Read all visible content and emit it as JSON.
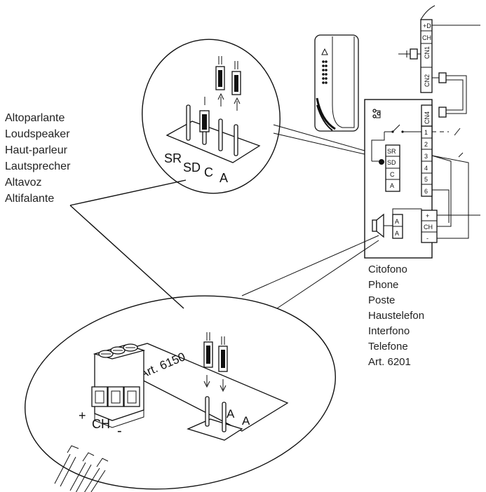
{
  "speaker_labels": [
    "Altoparlante",
    "Loudspeaker",
    "Haut-parleur",
    "Lautsprecher",
    "Altavoz",
    "Altifalante"
  ],
  "phone_labels": [
    "Citofono",
    "Phone",
    "Poste",
    "Haustelefon",
    "Interfono",
    "Telefone",
    "Art. 6201"
  ],
  "top_zoom": {
    "pins": [
      "SR",
      "SD",
      "C",
      "A"
    ]
  },
  "bottom_zoom": {
    "art_label": "Art. 6150",
    "terminals": [
      "+",
      "CH",
      "-"
    ],
    "jumper_pins": [
      "A",
      "A"
    ]
  },
  "phone_board": {
    "jumper_block": [
      "SR",
      "SD",
      "C",
      "A"
    ],
    "numbered_terminals": [
      "1",
      "2",
      "3",
      "4",
      "5",
      "6"
    ],
    "cn4": "CN4",
    "speaker_terminals": [
      "A",
      "A"
    ],
    "power_terminals": [
      "+",
      "CH",
      "-"
    ]
  },
  "handset_connector": [
    "+D",
    "CH",
    "CN1",
    "CN2"
  ]
}
